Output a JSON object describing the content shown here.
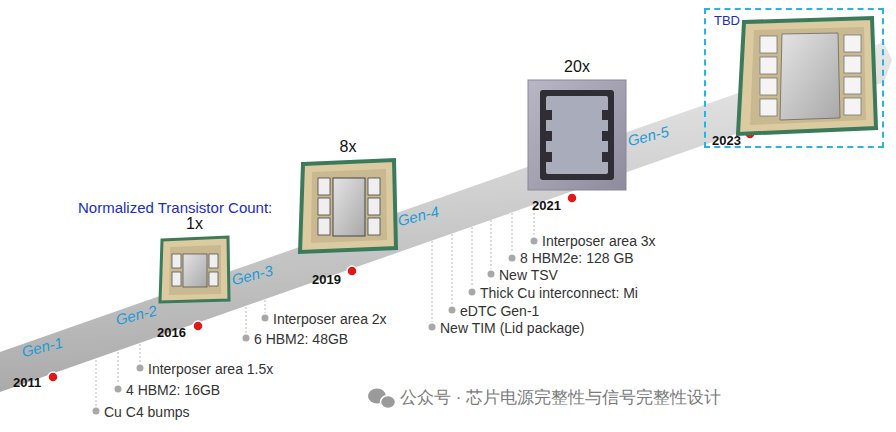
{
  "diagram": {
    "nodes": [
      {
        "text": [
          "1x"
        ]
      },
      {
        "text": [
          "8x"
        ]
      },
      {
        "text": [
          "20x"
        ]
      },
      {
        "text": [
          "TBD"
        ]
      }
    ],
    "labels": [
      "Normalized Transistor Count:",
      "Gen-1",
      "Gen-2",
      "Gen-3",
      "Gen-4",
      "Gen-5",
      "2011",
      "2016",
      "2019",
      "2021",
      "2023",
      "Interposer area 1.5x",
      "4 HBM2: 16GB",
      "Cu C4 bumps",
      "Interposer area 2x",
      "6 HBM2: 48GB",
      "Interposer area 3x",
      "8 HBM2e: 128 GB",
      "New TSV",
      "Thick Cu interconnect: Mi",
      "eDTC Gen-1",
      "New TIM (Lid package)",
      "公众号 · 芯片电源完整性与信号完整性设计"
    ]
  }
}
